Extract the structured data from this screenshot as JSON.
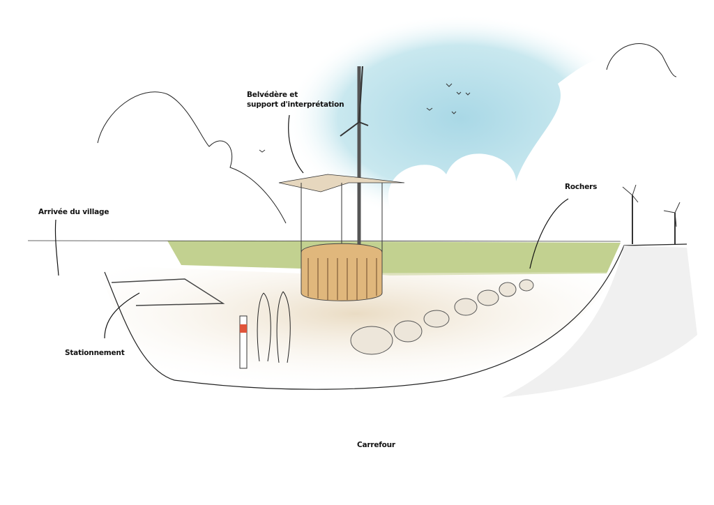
{
  "labels": {
    "belvedere_line1": "Belvédère et",
    "belvedere_line2": "support d'interprétation",
    "arrivee": "Arrivée du village",
    "stationnement": "Stationnement",
    "rochers": "Rochers",
    "carrefour": "Carrefour"
  },
  "colors": {
    "sky": "#bfe3ec",
    "grass": "#b5c97a",
    "ground": "#efe6d6",
    "marker": "#e0543a"
  }
}
